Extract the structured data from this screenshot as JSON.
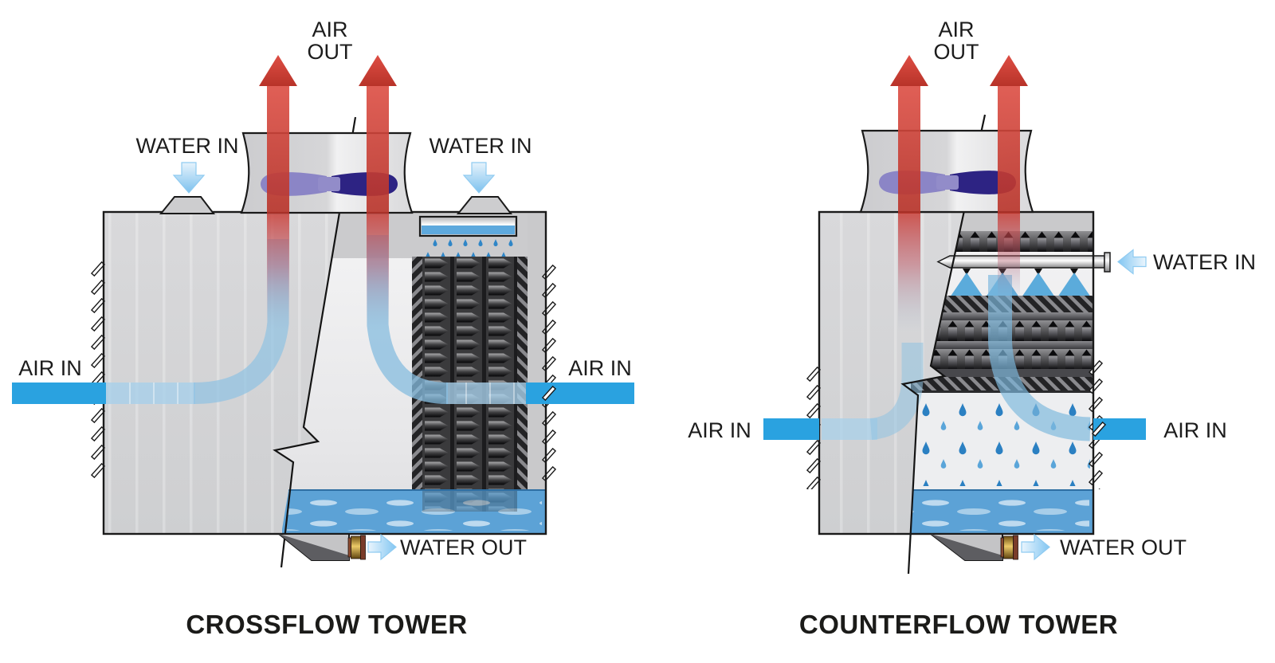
{
  "left": {
    "title": "CROSSFLOW TOWER",
    "air_out": [
      "AIR",
      "OUT"
    ],
    "water_in_left": "WATER IN",
    "water_in_right": "WATER IN",
    "air_in_left": "AIR IN",
    "air_in_right": "AIR IN",
    "water_out": "WATER OUT"
  },
  "right": {
    "title": "COUNTERFLOW TOWER",
    "air_out": [
      "AIR",
      "OUT"
    ],
    "water_in": "WATER IN",
    "air_in_left": "AIR IN",
    "air_in_right": "AIR IN",
    "water_out": "WATER OUT"
  },
  "colors": {
    "air_in_band": "#2aa2e0",
    "air_out_arrow": "#cc3a32",
    "basin_water": "#5ca2d6",
    "fan_blade_dark": "#2d2383",
    "fan_blade_light": "#8b85c6",
    "spray": "#4aa3d8",
    "label_text": "#1c1c1c"
  }
}
